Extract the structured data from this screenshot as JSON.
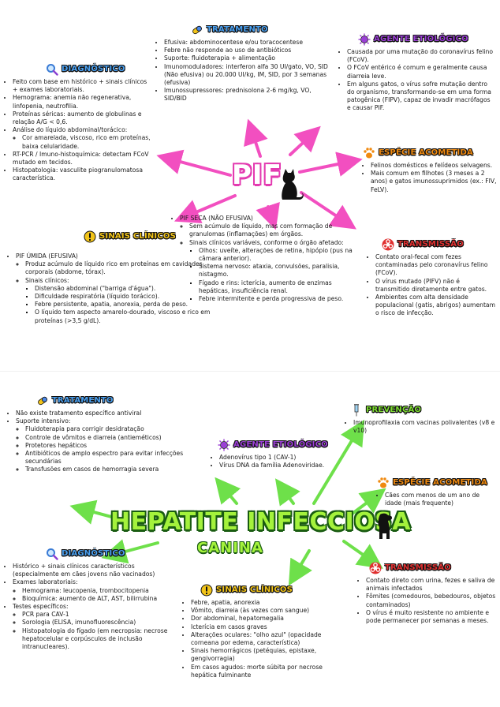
{
  "pif": {
    "title": "PIF",
    "tratamento": {
      "title": "TRATAMENTO",
      "items": [
        "Efusiva: abdominocentese e/ou toracocentese",
        "Febre não responde ao uso de antibióticos",
        "Suporte: fluidoterapia + alimentação",
        "Imunomoduladores: interferon alfa 30 UI/gato, VO, SID (Não efusiva) ou 20.000 UI/kg, IM, SID, por 3 semanas (efusiva)",
        "Imunossupressores: prednisolona 2-6 mg/kg, VO, SID/BID"
      ]
    },
    "agente": {
      "title": "AGENTE ETIOLÓGICO",
      "items": [
        "Causada por uma mutação do coronavírus felino (FCoV).",
        "O FCoV entérico é comum e geralmente causa diarreia leve.",
        "Em alguns gatos, o vírus sofre mutação dentro do organismo, transformando-se em uma forma patogênica (FIPV), capaz de invadir macrófagos e causar PIF."
      ]
    },
    "diagnostico": {
      "title": "DIAGNÓSTICO",
      "items": [
        "Feito com base em histórico + sinais clínicos + exames laboratoriais.",
        "Hemograma: anemia não regenerativa, linfopenia, neutrofilia.",
        "Proteínas séricas: aumento de globulinas e relação A/G < 0,6.",
        "Análise do líquido abdominal/torácico:",
        "RT-PCR / Imuno-histoquímica: detectam FCoV mutado em tecidos.",
        "Histopatologia: vasculite piogranulomatosa característica."
      ],
      "sub_liquido": "Cor amarelada, viscoso, rico em proteínas, baixa celularidade."
    },
    "especie": {
      "title": "ESPÉCIE ACOMETIDA",
      "items": [
        "Felinos domésticos e felídeos selvagens.",
        "Mais comum em filhotes (3 meses a 2 anos) e gatos imunossuprimidos (ex.: FIV, FeLV)."
      ]
    },
    "transmissao": {
      "title": "TRANSMISSÃO",
      "items": [
        "Contato oral-fecal com fezes contaminadas pelo coronavírus felino (FCoV).",
        "O vírus mutado (PIFV) não é transmitido diretamente entre gatos.",
        "Ambientes com alta densidade populacional (gatis, abrigos) aumentam o risco de infecção."
      ]
    },
    "sinais": {
      "title": "SINAIS CLÍNICOS",
      "umida": "PIF ÚMIDA (EFUSIVA)",
      "umida_items": [
        "Produz acúmulo de líquido rico em proteínas em cavidades corporais (abdome, tórax).",
        "Sinais clínicos:"
      ],
      "umida_sinais": [
        "Distensão abdominal (\"barriga d'água\").",
        "Dificuldade respiratória (líquido torácico).",
        "Febre persistente, apatia, anorexia, perda de peso.",
        "O líquido tem aspecto amarelo-dourado, viscoso e rico em proteínas (>3,5 g/dL)."
      ],
      "seca": "PIF SECA (NÃO EFUSIVA)",
      "seca_items": [
        "Sem acúmulo de líquido, mas com formação de granulomas (inflamações) em órgãos.",
        "Sinais clínicos variáveis, conforme o órgão afetado:"
      ],
      "seca_sinais": [
        "Olhos: uveíte, alterações de retina, hipópio (pus na câmara anterior).",
        "Sistema nervoso: ataxia, convulsões, paralisia, nistagmo.",
        "Fígado e rins: icterícia, aumento de enzimas hepáticas, insuficiência renal.",
        "Febre intermitente e perda progressiva de peso."
      ]
    }
  },
  "hic": {
    "title": "HEPATITE INFECCIOSA",
    "subtitle": "CANINA",
    "tratamento": {
      "title": "TRATAMENTO",
      "items": [
        "Não existe tratamento específico antiviral",
        "Suporte intensivo:"
      ],
      "sub": [
        "Fluidoterapia para corrigir desidratação",
        "Controle de vômitos e diarreia (antieméticos)",
        "Protetores hepáticos",
        "Antibióticos de amplo espectro para evitar infecções secundárias",
        "Transfusões em casos de hemorragia severa"
      ]
    },
    "prevencao": {
      "title": "PREVENÇÃO",
      "items": [
        "Imunoprofilaxia com vacinas polivalentes (v8 e v10)"
      ]
    },
    "agente": {
      "title": "AGENTE ETIOLÓGICO",
      "items": [
        "Adenovírus tipo 1 (CAV-1)",
        "Vírus DNA da família Adenoviridae."
      ]
    },
    "especie": {
      "title": "ESPÉCIE ACOMETIDA",
      "items": [
        "Cães com menos de um ano de idade (mais frequente)"
      ]
    },
    "diagnostico": {
      "title": "DIAGNÓSTICO",
      "items": [
        "Histórico + sinais clínicos característicos (especialmente em cães jovens não vacinados)",
        "Exames laboratoriais:",
        "Testes específicos:"
      ],
      "lab": [
        "Hemograma: leucopenia, trombocitopenia",
        "Bioquímica: aumento de ALT, AST, bilirrubina"
      ],
      "testes": [
        "PCR para CAV-1",
        "Sorologia (ELISA, imunofluorescência)",
        "Histopatologia do fígado (em necropsia: necrose hepatocelular e corpúsculos de inclusão intranucleares)."
      ]
    },
    "sinais": {
      "title": "SINAIS CLÍNICOS",
      "items": [
        "Febre, apatia, anorexia",
        "Vômito, diarreia (às vezes com sangue)",
        "Dor abdominal, hepatomegalia",
        "Icterícia em casos graves",
        "Alterações oculares: \"olho azul\" (opacidade corneana por edema, característica)",
        "Sinais hemorrágicos (petéquias, epistaxe, gengivorragia)",
        "Em casos agudos: morte súbita por necrose hepática fulminante"
      ]
    },
    "transmissao": {
      "title": "TRANSMISSÃO",
      "items": [
        "Contato direto com urina, fezes e saliva de animais infectados",
        "Fômites (comedouros, bebedouros, objetos contaminados)",
        "O vírus é muito resistente no ambiente e pode permanecer por semanas a meses."
      ]
    }
  },
  "colors": {
    "pif_arrow": "#f24fc0",
    "hic_arrow": "#6ee04a"
  }
}
